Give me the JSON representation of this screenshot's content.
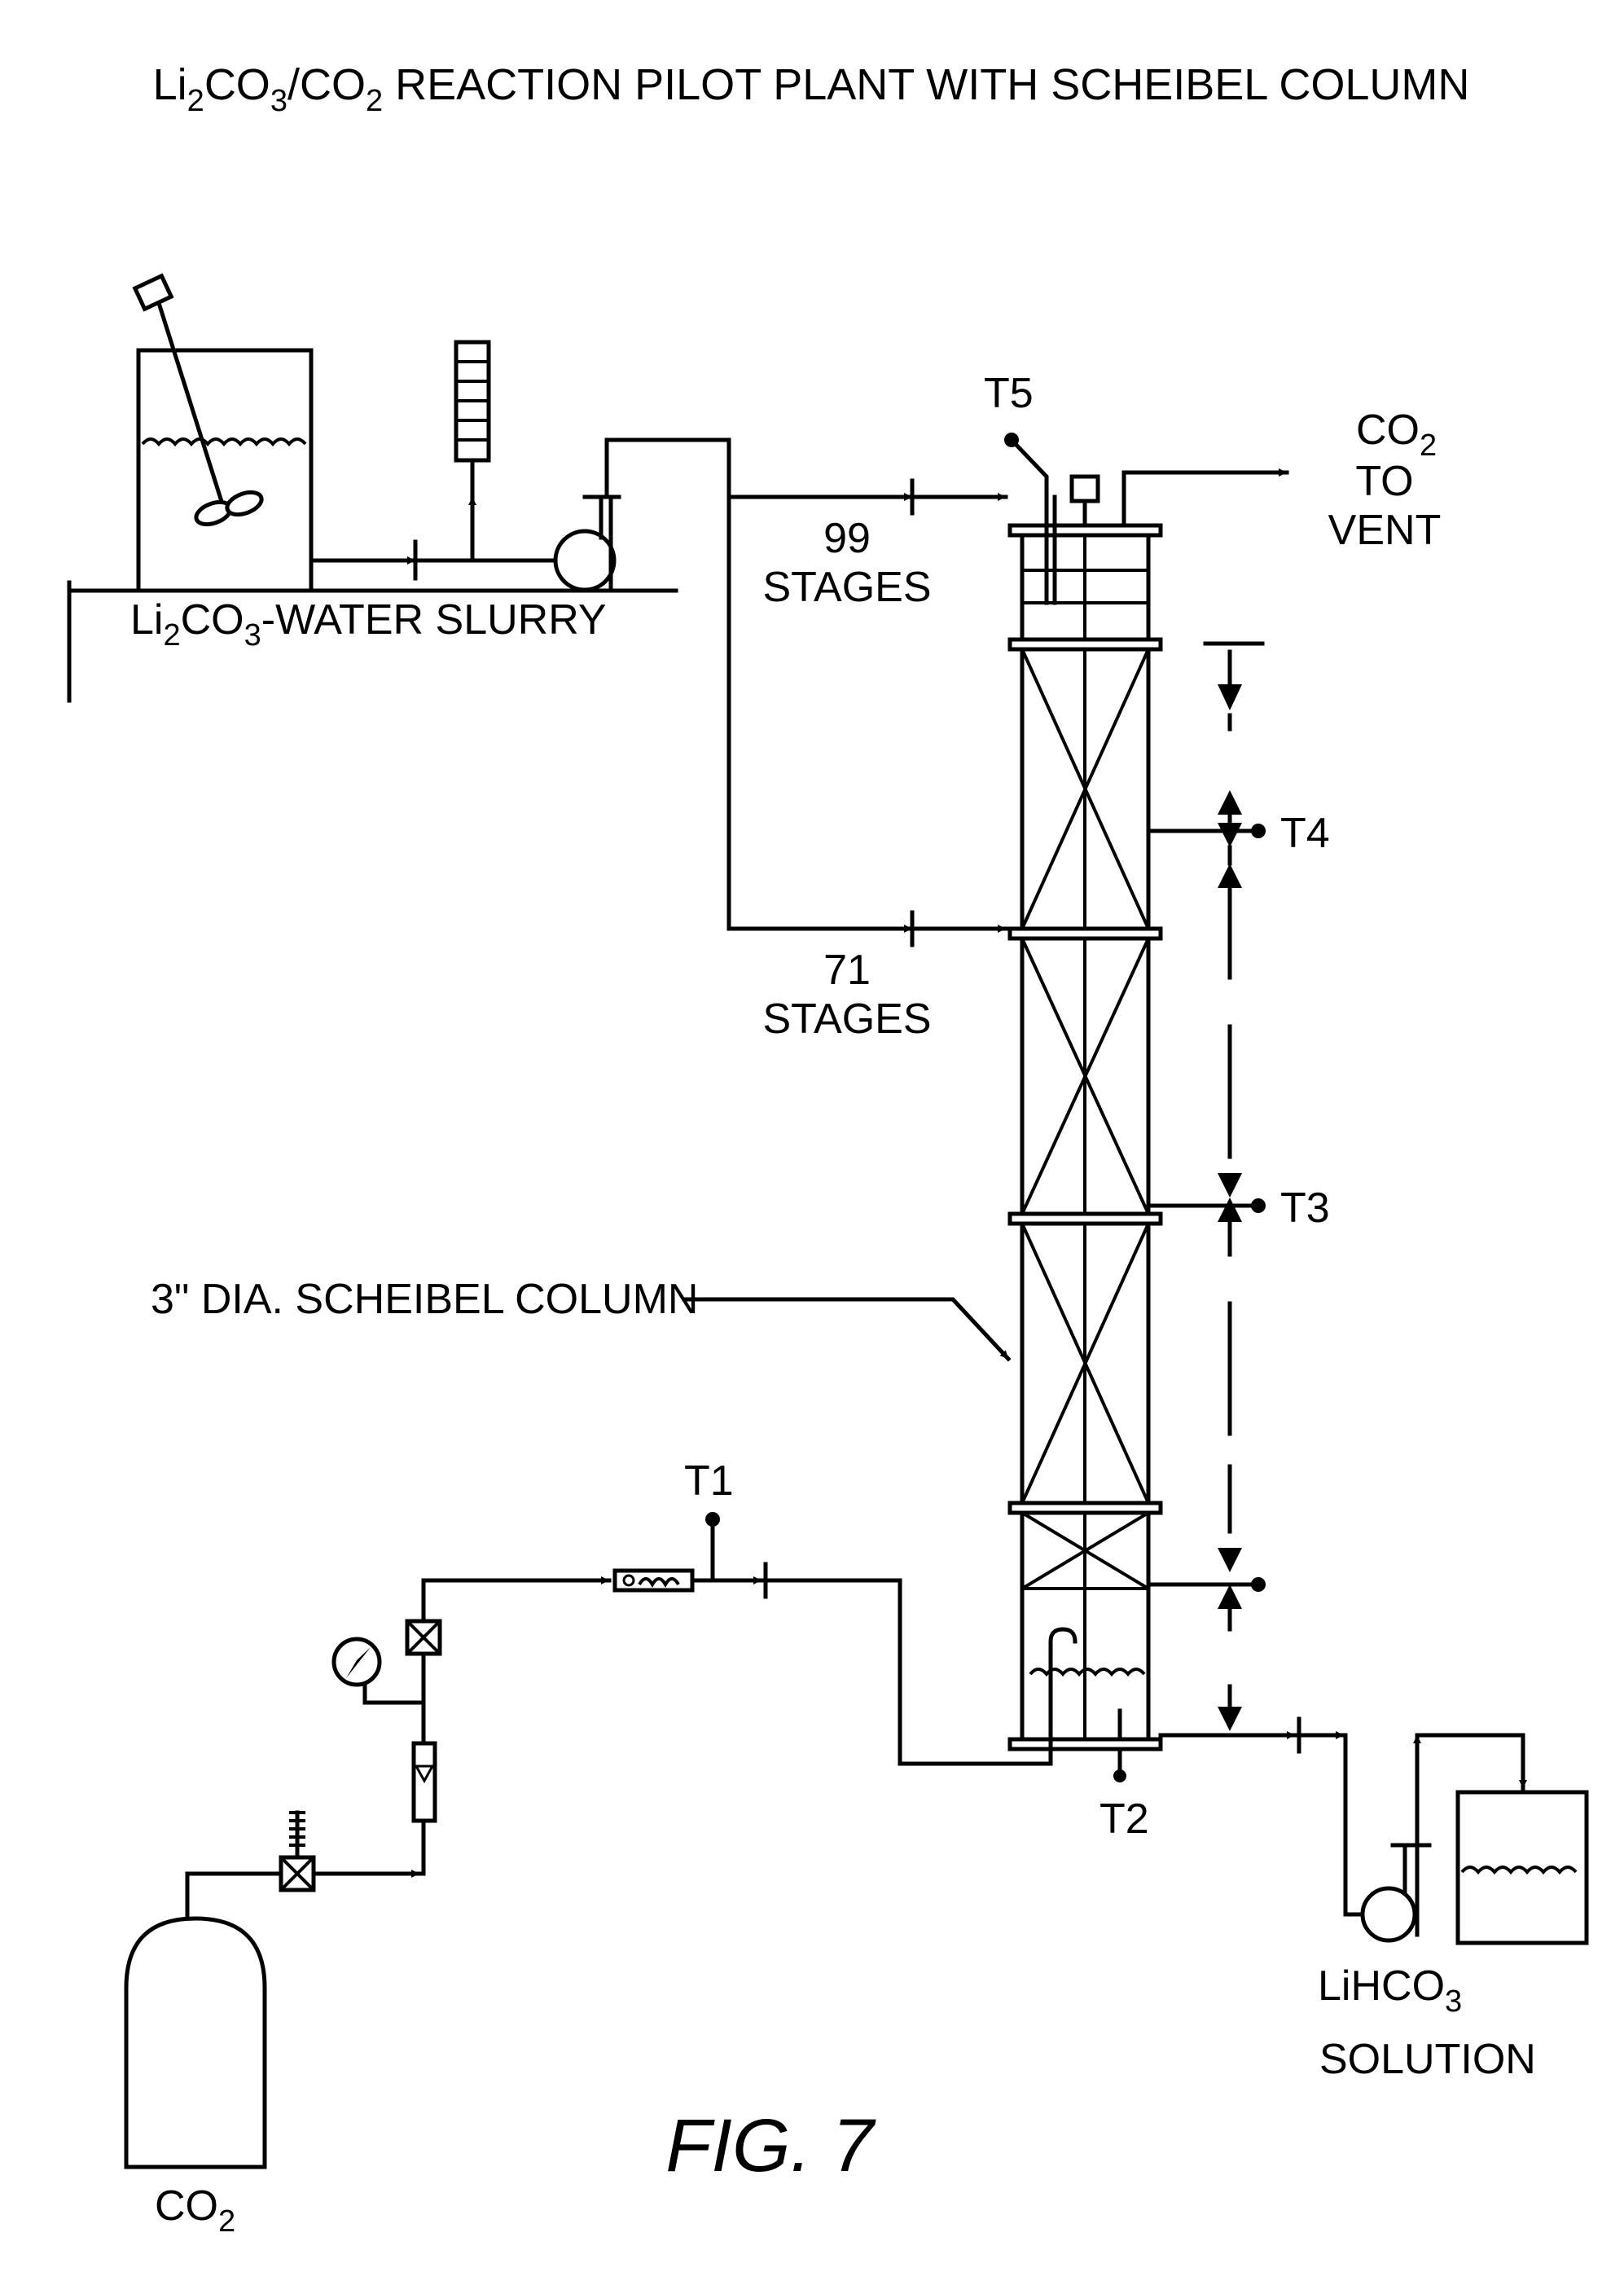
{
  "title": {
    "prefix": "Li",
    "sub1": "2",
    "mid1": "CO",
    "sub2": "3",
    "mid2": "/CO",
    "sub3": "2",
    "rest": "  REACTION PILOT PLANT WITH SCHEIBEL COLUMN"
  },
  "labels": {
    "slurry": {
      "a": "Li",
      "s1": "2",
      "b": "CO",
      "s2": "3",
      "c": "-WATER SLURRY"
    },
    "feed_upper": {
      "line1": "99",
      "line2": "STAGES"
    },
    "feed_lower": {
      "line1": "71",
      "line2": "STAGES"
    },
    "vent": {
      "co": "CO",
      "sub": "2",
      "to": "TO",
      "vent": "VENT"
    },
    "column": "3\" DIA. SCHEIBEL COLUMN",
    "t1": "T1",
    "t2": "T2",
    "t3": "T3",
    "t4": "T4",
    "t5": "T5",
    "cylinder": {
      "co": "CO",
      "sub": "2"
    },
    "product": {
      "a": "LiHCO",
      "sub": "3",
      "line2": "SOLUTION"
    }
  },
  "figure_label": "FIG. 7"
}
